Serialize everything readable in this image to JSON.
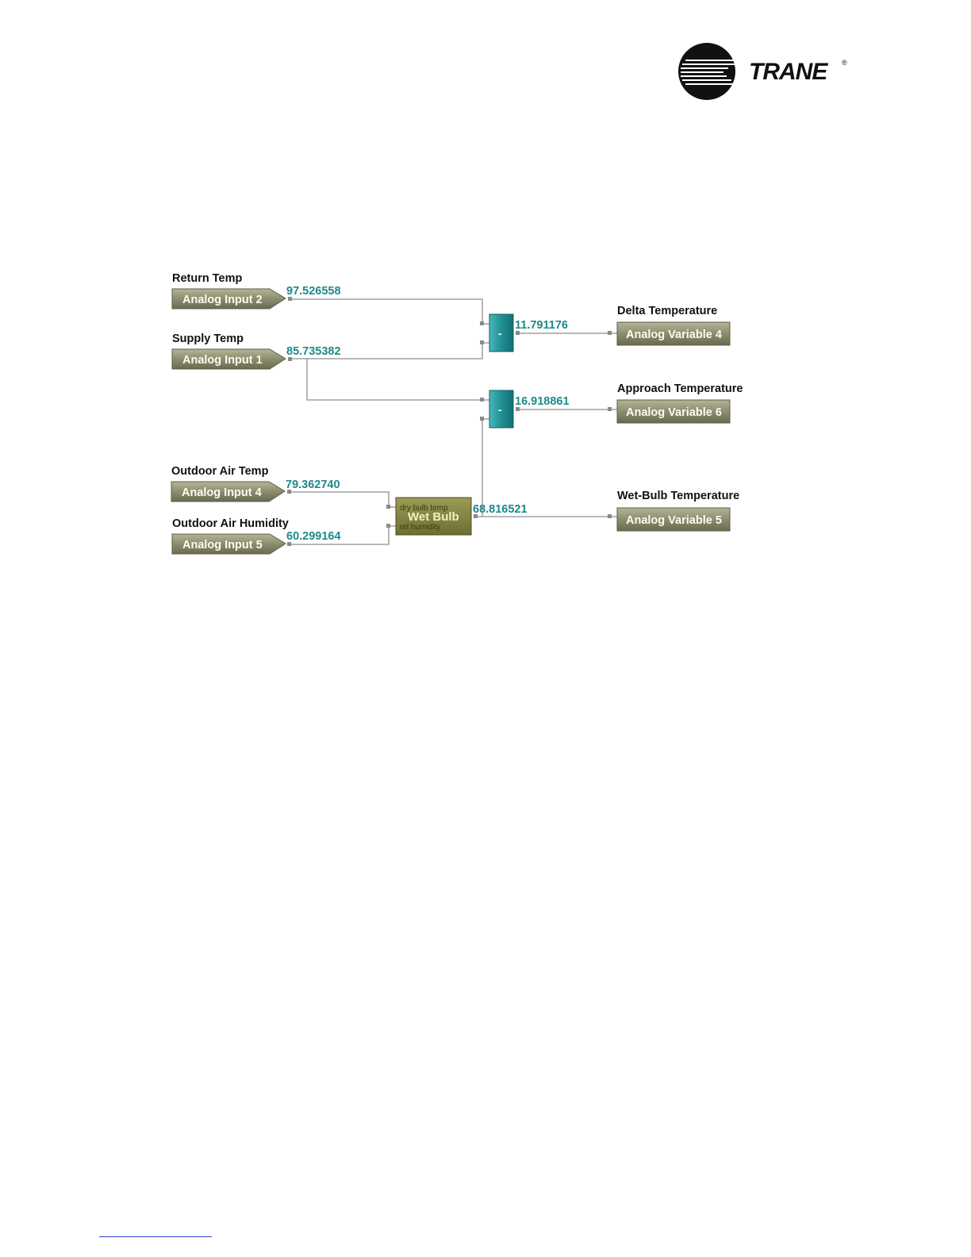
{
  "brand": {
    "name": "TRANE",
    "registered_mark": "®"
  },
  "inputs": [
    {
      "label": "Return Temp",
      "block": "Analog Input 2",
      "value": "97.526558"
    },
    {
      "label": "Supply Temp",
      "block": "Analog Input 1",
      "value": "85.735382"
    },
    {
      "label": "Outdoor Air Temp",
      "block": "Analog Input 4",
      "value": "79.362740"
    },
    {
      "label": "Outdoor Air Humidity",
      "block": "Analog Input 5",
      "value": "60.299164"
    }
  ],
  "operators": [
    {
      "symbol": "-",
      "output": "11.791176"
    },
    {
      "symbol": "-",
      "output": "16.918861"
    }
  ],
  "wetbulb": {
    "title": "Wet Bulb",
    "port_dry": "dry bulb temp",
    "port_rh": "rel humidity",
    "output": "68.816521"
  },
  "outputs": [
    {
      "label": "Delta Temperature",
      "block": "Analog Variable 4"
    },
    {
      "label": "Approach Temperature",
      "block": "Analog Variable 6"
    },
    {
      "label": "Wet-Bulb Temperature",
      "block": "Analog Variable 5"
    }
  ],
  "colors": {
    "block_fill": "#8c8c6e",
    "value_text": "#1d8a8a",
    "operator_fill": "#1f8f94",
    "wetbulb_fill": "#7f7f3e"
  }
}
